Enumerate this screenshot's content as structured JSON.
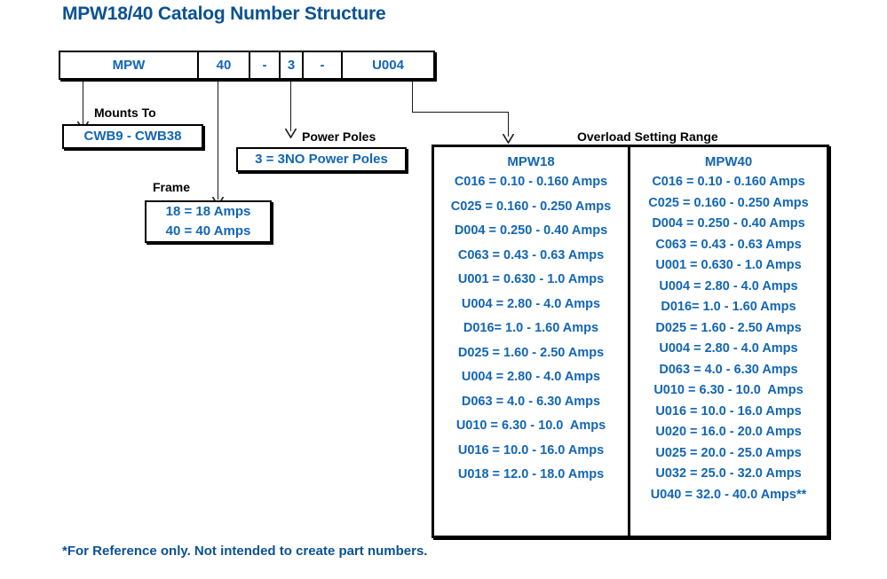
{
  "title": "MPW18/40 Catalog Number Structure",
  "catalog_bar": {
    "cells": [
      {
        "name": "prefix",
        "value": "MPW"
      },
      {
        "name": "frame",
        "value": "40"
      },
      {
        "name": "separator1",
        "value": "-"
      },
      {
        "name": "poles",
        "value": "3"
      },
      {
        "name": "separator2",
        "value": "-"
      },
      {
        "name": "overload",
        "value": "U004"
      }
    ]
  },
  "callouts": {
    "mounts_to": {
      "caption": "Mounts To",
      "lines": [
        "CWB9 - CWB38"
      ]
    },
    "power_poles": {
      "caption": "Power Poles",
      "lines": [
        "3 = 3NO Power Poles"
      ]
    },
    "frame": {
      "caption": "Frame",
      "lines": [
        "18 = 18 Amps",
        "40 = 40 Amps"
      ]
    }
  },
  "overload": {
    "caption": "Overload Setting Range",
    "columns": [
      {
        "header": "MPW18",
        "rows": [
          "C016 = 0.10 - 0.160 Amps",
          "C025 = 0.160 - 0.250 Amps",
          "D004 = 0.250 - 0.40 Amps",
          "C063 = 0.43 - 0.63 Amps",
          "U001 = 0.630 - 1.0 Amps",
          "U004 = 2.80 - 4.0 Amps",
          "D016= 1.0 - 1.60 Amps",
          "D025 = 1.60 - 2.50 Amps",
          "U004 = 2.80 - 4.0 Amps",
          "D063 = 4.0 - 6.30 Amps",
          "U010 = 6.30 - 10.0  Amps",
          "U016 = 10.0 - 16.0 Amps",
          "U018 = 12.0 - 18.0 Amps"
        ]
      },
      {
        "header": "MPW40",
        "rows": [
          "C016 = 0.10 - 0.160 Amps",
          "C025 = 0.160 - 0.250 Amps",
          "D004 = 0.250 - 0.40 Amps",
          "C063 = 0.43 - 0.63 Amps",
          "U001 = 0.630 - 1.0 Amps",
          "U004 = 2.80 - 4.0 Amps",
          "D016= 1.0 - 1.60 Amps",
          "D025 = 1.60 - 2.50 Amps",
          "U004 = 2.80 - 4.0 Amps",
          "D063 = 4.0 - 6.30 Amps",
          "U010 = 6.30 - 10.0  Amps",
          "U016 = 10.0 - 16.0 Amps",
          "U020 = 16.0 - 20.0 Amps",
          "U025 = 20.0 - 25.0 Amps",
          "U032 = 25.0 - 32.0 Amps",
          "U040 = 32.0 - 40.0 Amps**"
        ]
      }
    ]
  },
  "footnote": "*For Reference only. Not intended to create part numbers.",
  "colors": {
    "text_blue": "#1266b5",
    "title_blue": "#0a5193",
    "line_black": "#000000"
  }
}
